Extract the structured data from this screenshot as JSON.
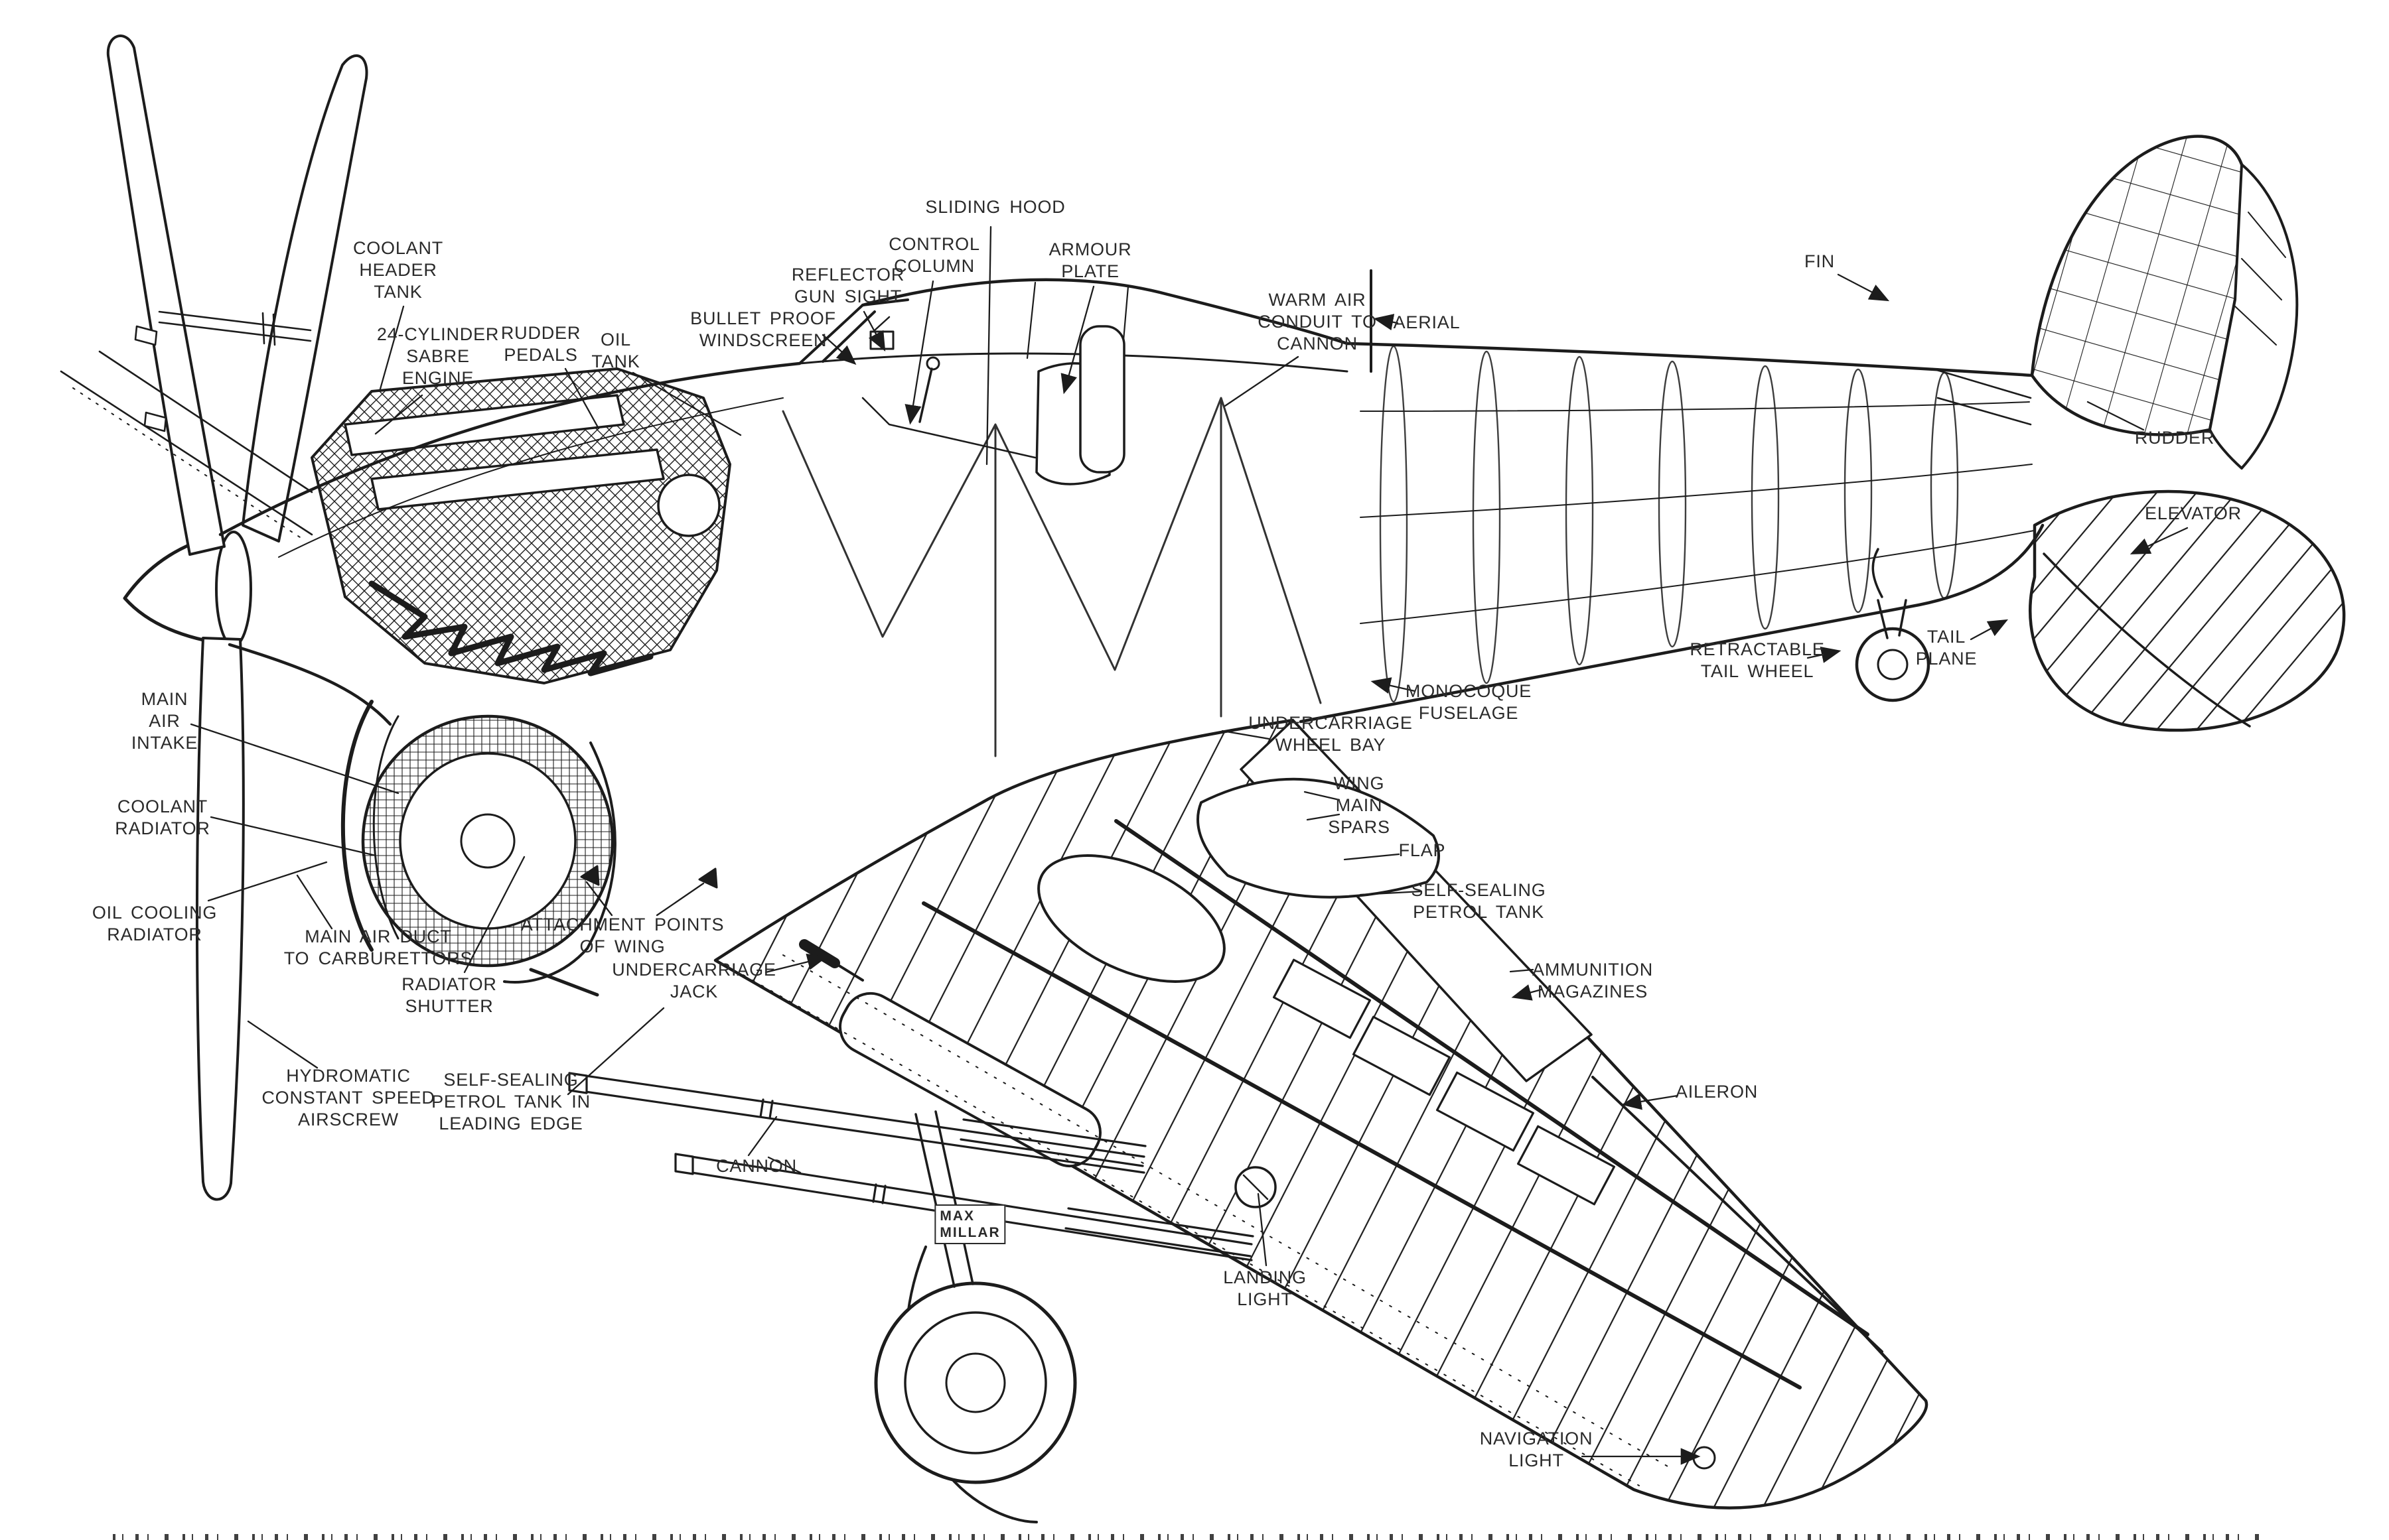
{
  "colors": {
    "paper": "#ffffff",
    "ink": "#1c1c1c",
    "label_text": "#2a2a2a"
  },
  "labels": {
    "sliding_hood": "SLIDING HOOD",
    "control_column": "CONTROL\nCOLUMN",
    "armour_plate": "ARMOUR\nPLATE",
    "reflector_gun_sight": "REFLECTOR\nGUN SIGHT",
    "bullet_proof_windscreen": "BULLET PROOF\nWINDSCREEN",
    "coolant_header_tank": "COOLANT\nHEADER\nTANK",
    "sabre_engine": "24-CYLINDER\nSABRE\nENGINE",
    "rudder_pedals": "RUDDER\nPEDALS",
    "oil_tank": "OIL\nTANK",
    "warm_air_conduit": "WARM AIR\nCONDUIT TO\nCANNON",
    "aerial": "AERIAL",
    "fin": "FIN",
    "rudder": "RUDDER",
    "elevator": "ELEVATOR",
    "tail_plane": "TAIL\nPLANE",
    "retractable_tail_wheel": "RETRACTABLE\nTAIL WHEEL",
    "monocoque_fuselage": "MONOCOQUE\nFUSELAGE",
    "undercarriage_wheel_bay": "UNDERCARRIAGE\nWHEEL BAY",
    "wing_main_spars": "WING\nMAIN\nSPARS",
    "flap": "FLAP",
    "self_sealing_petrol_tank": "SELF-SEALING\nPETROL TANK",
    "ammunition_magazines": "AMMUNITION\nMAGAZINES",
    "aileron": "AILERON",
    "main_air_intake": "MAIN\nAIR\nINTAKE",
    "coolant_radiator": "COOLANT\nRADIATOR",
    "oil_cooling_radiator": "OIL COOLING\nRADIATOR",
    "main_air_duct": "MAIN AIR DUCT\nTO CARBURETTORS",
    "radiator_shutter": "RADIATOR\nSHUTTER",
    "attachment_points": "ATTACHMENT POINTS\nOF WING",
    "undercarriage_jack": "UNDERCARRIAGE\nJACK",
    "hydromatic_airscrew": "HYDROMATIC\nCONSTANT SPEED\nAIRSCREW",
    "leading_edge_tank": "SELF-SEALING\nPETROL TANK IN\nLEADING EDGE",
    "cannon": "CANNON",
    "landing_light": "LANDING\nLIGHT",
    "navigation_light": "NAVIGATION\nLIGHT"
  },
  "signature": {
    "text": "MAX\nMILLAR"
  }
}
